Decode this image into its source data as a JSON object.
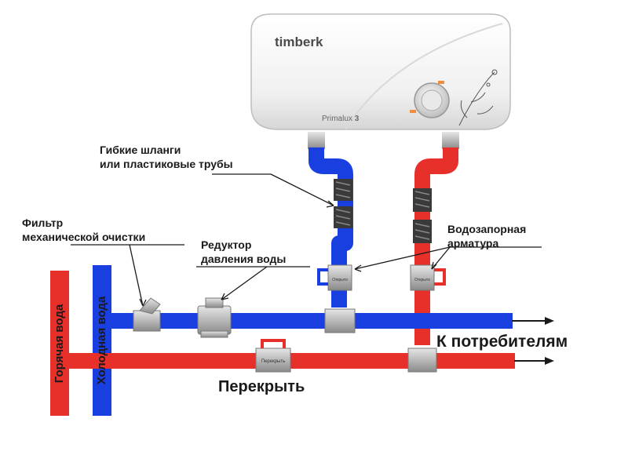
{
  "heater": {
    "brand": "timberk",
    "model": "Primalux",
    "model_number": "3"
  },
  "labels": {
    "hoses_line1": "Гибкие шланги",
    "hoses_line2": "или пластиковые трубы",
    "filter_line1": "Фильтр",
    "filter_line2": "механической очистки",
    "reducer_line1": "Редуктор",
    "reducer_line2": "давления воды",
    "valves_line1": "Водозапорная",
    "valves_line2": "арматура",
    "to_consumers": "К потребителям",
    "shutoff": "Перекрыть",
    "hot_water": "Горячая вода",
    "cold_water": "Холодная вода",
    "valve_tag": "Перекрыть",
    "valve_tag_small": "Открыто"
  },
  "colors": {
    "hot": "#e8302a",
    "cold": "#1a3fe0",
    "fitting": "#c8c8c8",
    "hose": "#333333"
  }
}
